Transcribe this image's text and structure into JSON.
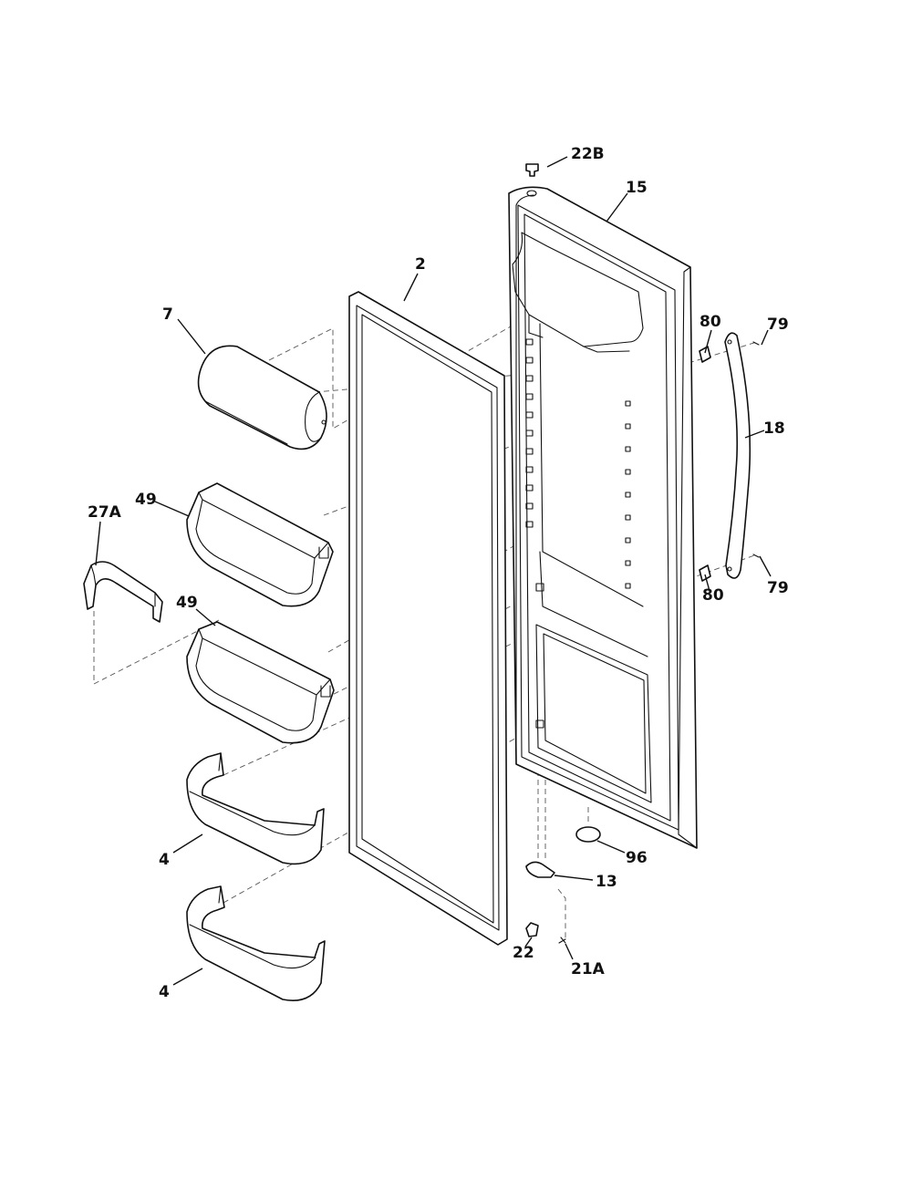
{
  "callouts": {
    "c_22B": "22B",
    "c_15": "15",
    "c_2": "2",
    "c_7": "7",
    "c_80_top": "80",
    "c_79_top": "79",
    "c_18": "18",
    "c_49_top": "49",
    "c_27A": "27A",
    "c_49_bottom": "49",
    "c_80_bottom": "80",
    "c_79_bottom": "79",
    "c_96": "96",
    "c_13": "13",
    "c_4_top": "4",
    "c_22": "22",
    "c_21A": "21A",
    "c_4_bottom": "4"
  },
  "colors": {
    "line": "#111111",
    "background": "#ffffff"
  }
}
